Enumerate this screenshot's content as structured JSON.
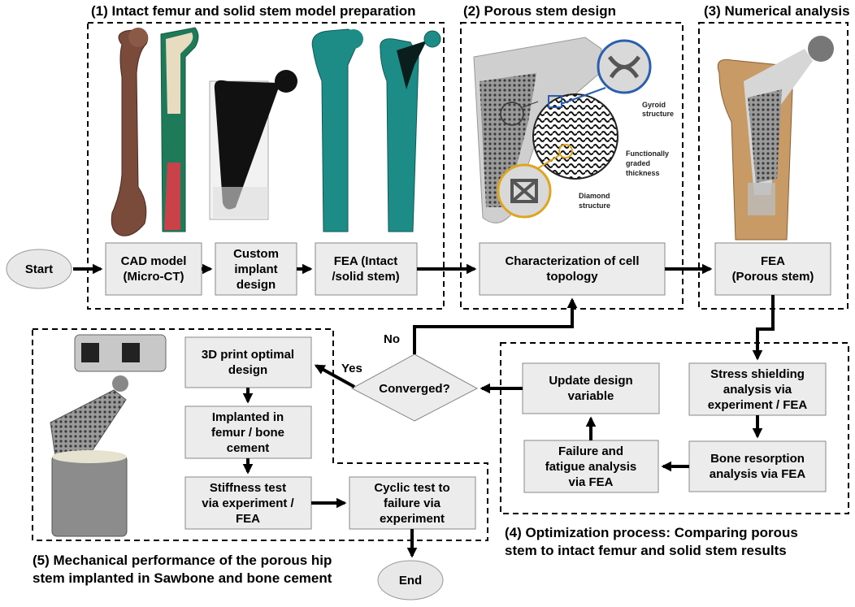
{
  "sections": {
    "s1": "(1) Intact femur and solid stem model preparation",
    "s2": "(2) Porous stem design",
    "s3": "(3) Numerical analysis",
    "s4": [
      "(4) Optimization process: Comparing porous",
      "stem to intact femur and solid stem results"
    ],
    "s5": [
      "(5) Mechanical performance of the porous hip",
      "stem implanted in Sawbone and bone cement"
    ]
  },
  "nodes": {
    "start": "Start",
    "end": "End",
    "cad": [
      "CAD model",
      "(Micro-CT)"
    ],
    "custom": [
      "Custom",
      "implant",
      "design"
    ],
    "fea_intact": [
      "FEA (Intact",
      "/solid stem)"
    ],
    "characterization": [
      "Characterization of cell",
      "topology"
    ],
    "fea_porous": [
      "FEA",
      "(Porous stem)"
    ],
    "stress": [
      "Stress shielding",
      "analysis via",
      "experiment / FEA"
    ],
    "bone_resorption": [
      "Bone resorption",
      "analysis via FEA"
    ],
    "failure": [
      "Failure and",
      "fatigue analysis",
      "via FEA"
    ],
    "update": [
      "Update design",
      "variable"
    ],
    "converged": "Converged?",
    "print": [
      "3D print optimal",
      "design"
    ],
    "implanted": [
      "Implanted in",
      "femur / bone",
      "cement"
    ],
    "stiffness": [
      "Stiffness test",
      "via experiment /",
      "FEA"
    ],
    "cyclic": [
      "Cyclic test to",
      "failure via",
      "experiment"
    ]
  },
  "edge_labels": {
    "no": "No",
    "yes": "Yes"
  },
  "annotations": {
    "gyroid": [
      "Gyroid",
      "structure"
    ],
    "graded": [
      "Functionally",
      "graded",
      "thickness"
    ],
    "diamond": [
      "Diamond",
      "structure"
    ]
  }
}
